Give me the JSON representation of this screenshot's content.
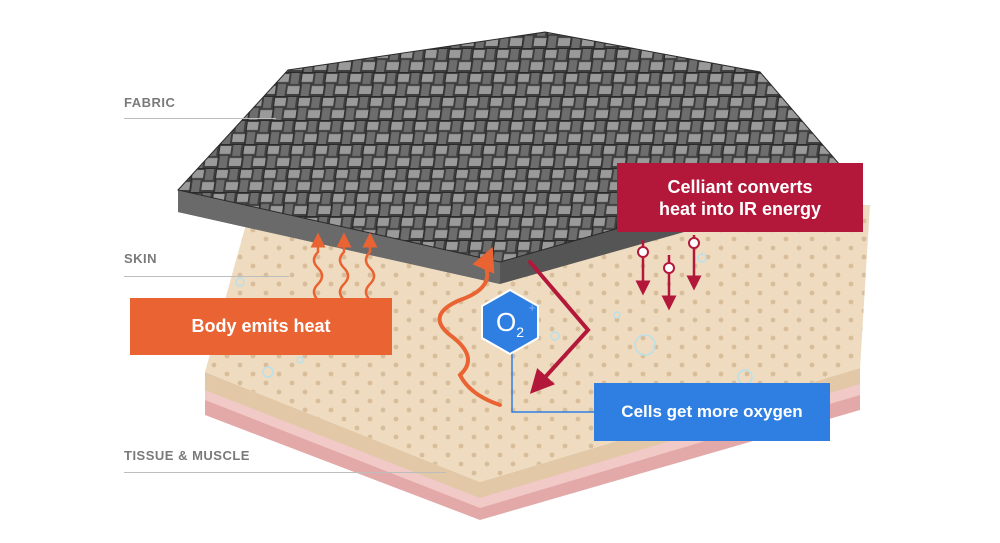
{
  "layers": {
    "fabric": "FABRIC",
    "skin": "SKIN",
    "tissue": "TISSUE & MUSCLE"
  },
  "callouts": {
    "celliant_line1": "Celliant converts",
    "celliant_line2": "heat into IR energy",
    "body_heat": "Body emits heat",
    "oxygen": "Cells get more oxygen"
  },
  "molecule": {
    "symbol": "O",
    "subscript": "2",
    "charge": "+"
  },
  "colors": {
    "red": "#b3173a",
    "orange": "#ea6333",
    "blue": "#2f7fe3",
    "skin": "#efdcc0",
    "tissue": "#e9b8b8",
    "fabric": "#555555"
  },
  "icons": {
    "heat_wave": "wavy-arrow-up-icon",
    "ir_arrow": "arrow-down-plus-icon",
    "o2": "oxygen-molecule-icon"
  }
}
